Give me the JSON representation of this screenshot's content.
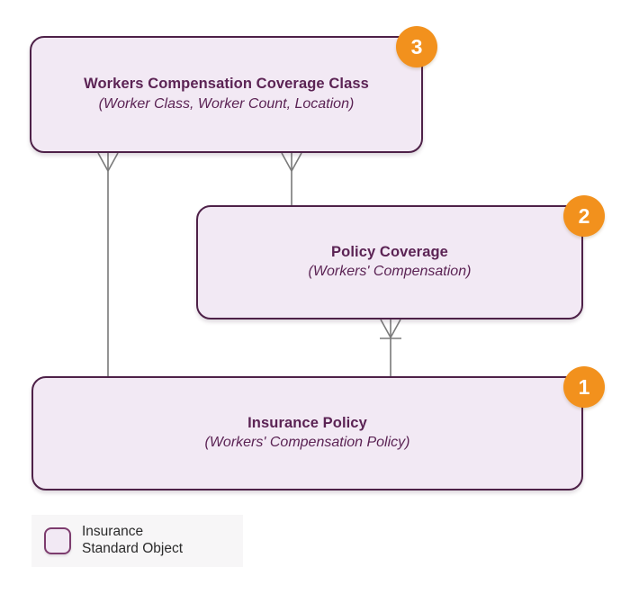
{
  "diagram": {
    "type": "entity-relationship",
    "notation": "crows-foot",
    "entities": [
      {
        "id": "workers-comp-coverage-class",
        "title": "Workers Compensation Coverage Class",
        "subtitle": "(Worker Class, Worker Count, Location)",
        "badge": "3"
      },
      {
        "id": "policy-coverage",
        "title": "Policy Coverage",
        "subtitle": "(Workers' Compensation)",
        "badge": "2"
      },
      {
        "id": "insurance-policy",
        "title": "Insurance Policy",
        "subtitle": "(Workers' Compensation Policy)",
        "badge": "1"
      }
    ],
    "relationships": [
      {
        "from": "insurance-policy",
        "to": "workers-comp-coverage-class",
        "cardinality": "one-to-many"
      },
      {
        "from": "policy-coverage",
        "to": "workers-comp-coverage-class",
        "cardinality": "one-to-many"
      },
      {
        "from": "insurance-policy",
        "to": "policy-coverage",
        "cardinality": "one-to-many"
      }
    ]
  },
  "legend": {
    "swatch_name": "insurance-standard-object-swatch",
    "label": "Insurance\nStandard Object"
  },
  "colors": {
    "box_fill": "#f2e9f4",
    "box_border": "#4e2148",
    "text_purple": "#5b2354",
    "badge_orange": "#f2911d",
    "badge_text": "#ffffff",
    "connector_line": "#7a7a7a",
    "legend_panel": "#f7f6f7",
    "legend_swatch_border": "#7d3c6e",
    "legend_text": "#2b2b2b",
    "background": "#ffffff"
  }
}
